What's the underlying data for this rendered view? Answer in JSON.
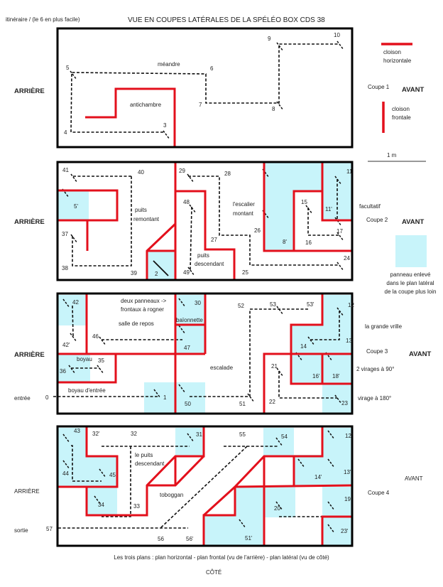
{
  "header": {
    "itinerary_note": "itinéraire / (le 6 en plus facile)",
    "title": "VUE EN COUPES LATÉRALES DE LA SPÉLÉO BOX CDS 38"
  },
  "colors": {
    "cloison": "#e3101c",
    "panel_removed": "#c8f4fa",
    "path": "#111111",
    "frame": "#000000"
  },
  "legend": {
    "horizontal_line_label_1": "cloison",
    "horizontal_line_label_2": "horizontale",
    "frontal_line_label_1": "cloison",
    "frontal_line_label_2": "frontale",
    "scale": "1 m",
    "panel_removed_1": "panneau enlevé",
    "panel_removed_2": "dans le plan latéral",
    "panel_removed_3": "de la coupe plus loin"
  },
  "panels": [
    {
      "side_left": "ARRIÈRE",
      "coupe": "Coupe 1",
      "avant": "AVANT",
      "labels": [
        "5",
        "méandre",
        "6",
        "antichambre",
        "7",
        "8",
        "9",
        "10",
        "4",
        "3"
      ]
    },
    {
      "side_left": "ARRIÈRE",
      "coupe": "Coupe 2",
      "avant": "AVANT",
      "note": "facultatif",
      "labels": [
        "41",
        "40",
        "29",
        "28",
        "5'",
        "puits",
        "remontant",
        "48",
        "l'escalier",
        "montant",
        "15",
        "11'",
        "11",
        "26",
        "27",
        "8'",
        "16",
        "17",
        "37",
        "puits",
        "descendant",
        "24",
        "38",
        "39",
        "2",
        "49",
        "25"
      ]
    },
    {
      "side_left": "ARRIÈRE",
      "coupe": "Coupe 3",
      "avant": "AVANT",
      "entry": "entrée",
      "notes": [
        "la grande vrille",
        "2 virages à 90°",
        "virage à 180°"
      ],
      "labels": [
        "42",
        "42'",
        "deux panneaux ->",
        "frontaux à rogner",
        "30",
        "salle de repos",
        "baïonnette",
        "46",
        "47",
        "boyau",
        "35",
        "36",
        "escalade",
        "52",
        "53",
        "53'",
        "12",
        "14",
        "13",
        "21",
        "16'",
        "18'",
        "boyau d'entrée",
        "0",
        "1",
        "50",
        "51",
        "22",
        "23"
      ]
    },
    {
      "side_left": "ARRIÈRE",
      "coupe": "Coupe 4",
      "avant": "AVANT",
      "exit": "sortie",
      "labels": [
        "43",
        "32'",
        "32",
        "31",
        "55",
        "54",
        "12'",
        "le puits",
        "descendant",
        "44",
        "45",
        "14'",
        "13'",
        "34",
        "33",
        "toboggan",
        "20",
        "19",
        "57",
        "56",
        "56'",
        "51'",
        "23'"
      ]
    }
  ],
  "footer": {
    "caption": "Les trois plans : plan horizontal - plan frontal (vu de l'arrière) - plan latéral (vu de côté)",
    "side": "CÔTÉ"
  }
}
